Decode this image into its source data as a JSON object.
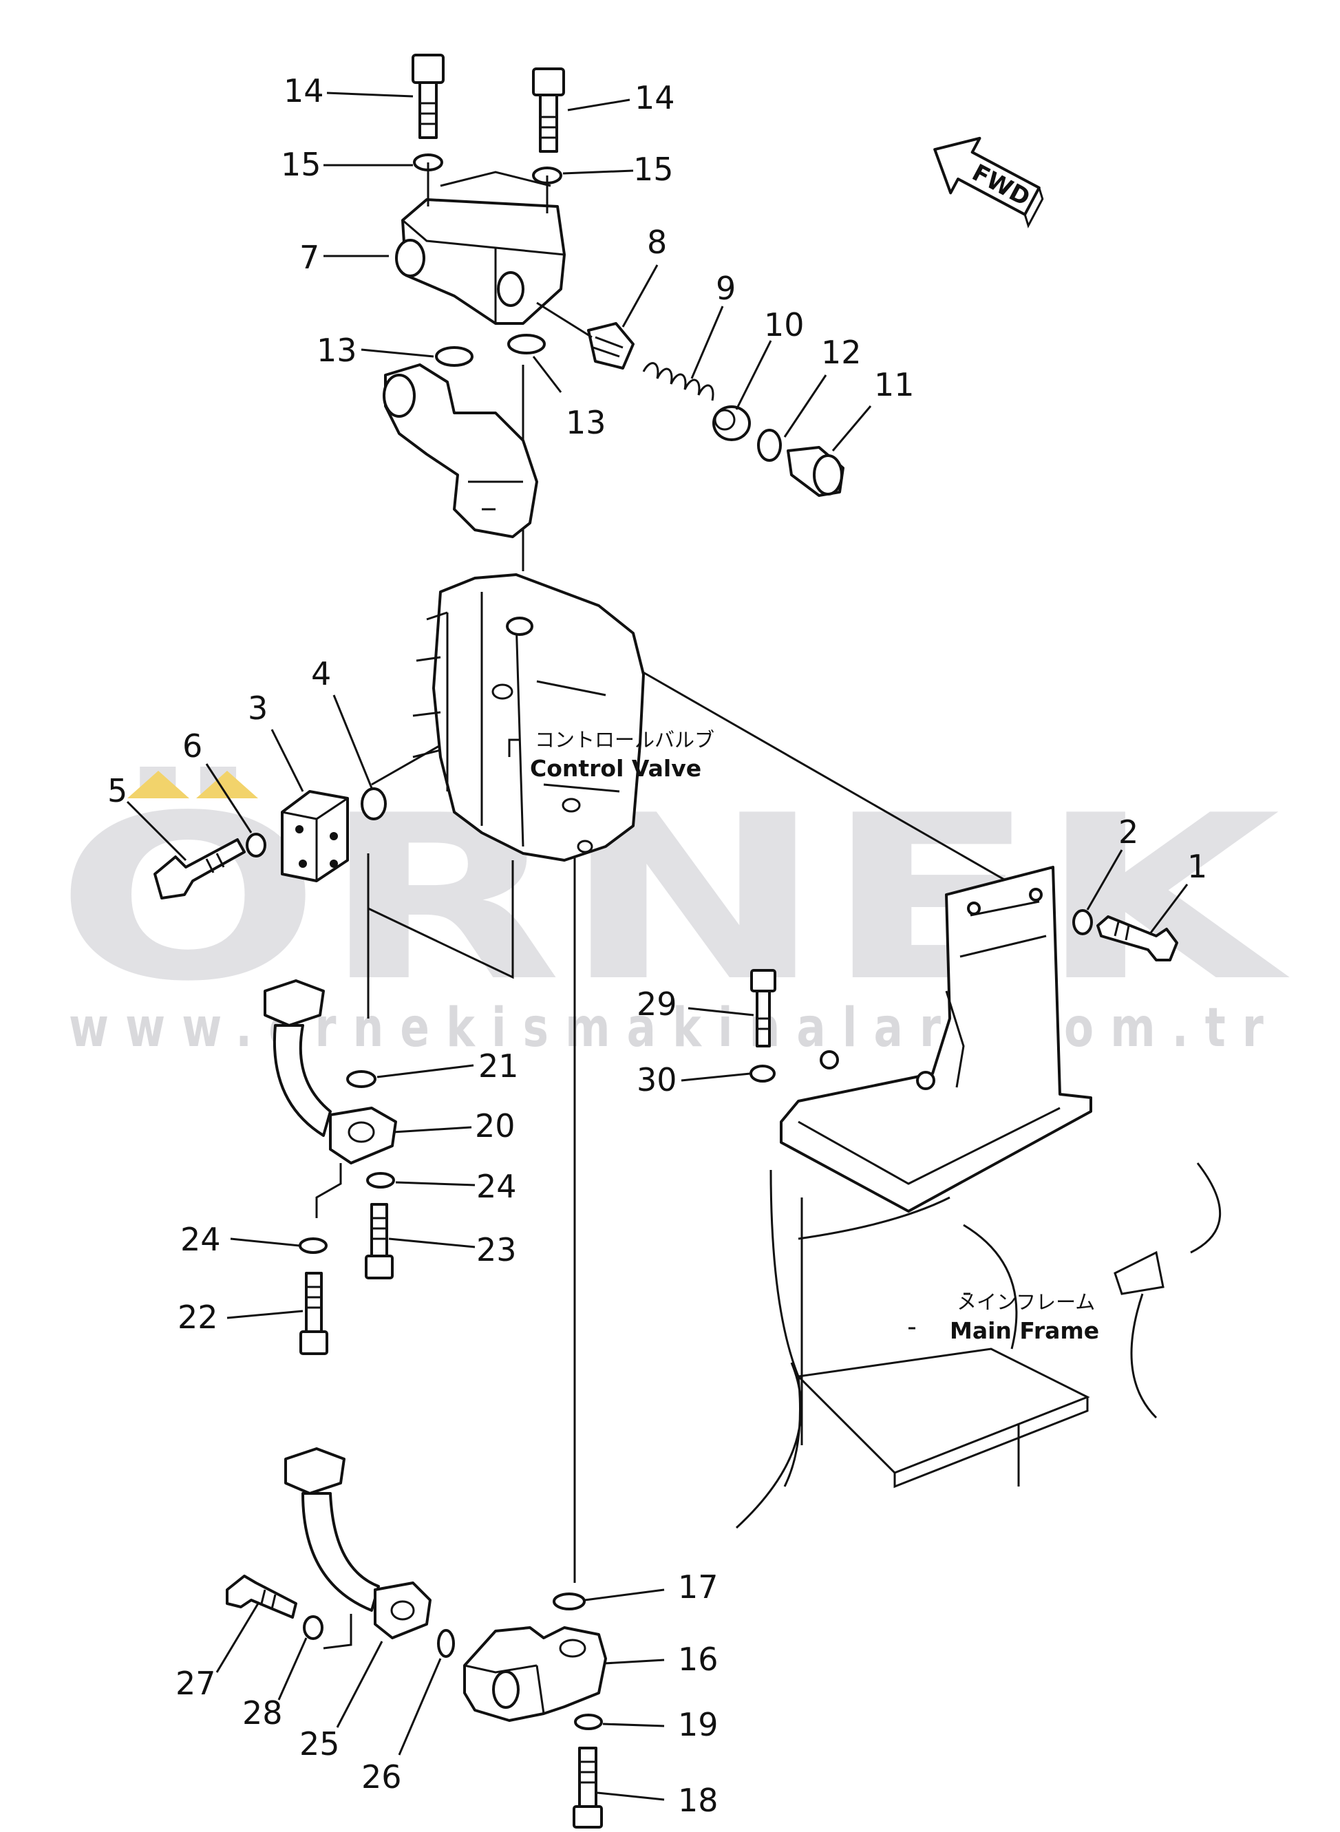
{
  "direction_arrow": {
    "label": "FWD",
    "icon": "forward-arrow-icon"
  },
  "assembly_labels": {
    "control_valve": {
      "jp": "コントロールバルブ",
      "en": "Control Valve"
    },
    "main_frame": {
      "jp": "メインフレーム",
      "en": "Main Frame"
    }
  },
  "watermark": {
    "brand": "ÖRNEK",
    "url": "www.ornekismakinalari.com.tr",
    "accent_color": "#f2d36b"
  },
  "callouts": [
    {
      "id": "14a",
      "text": "14"
    },
    {
      "id": "14b",
      "text": "14"
    },
    {
      "id": "15a",
      "text": "15"
    },
    {
      "id": "15b",
      "text": "15"
    },
    {
      "id": "7",
      "text": "7"
    },
    {
      "id": "8",
      "text": "8"
    },
    {
      "id": "9",
      "text": "9"
    },
    {
      "id": "10",
      "text": "10"
    },
    {
      "id": "12",
      "text": "12"
    },
    {
      "id": "11",
      "text": "11"
    },
    {
      "id": "13a",
      "text": "13"
    },
    {
      "id": "13b",
      "text": "13"
    },
    {
      "id": "4",
      "text": "4"
    },
    {
      "id": "3",
      "text": "3"
    },
    {
      "id": "6",
      "text": "6"
    },
    {
      "id": "5",
      "text": "5"
    },
    {
      "id": "2",
      "text": "2"
    },
    {
      "id": "1",
      "text": "1"
    },
    {
      "id": "29",
      "text": "29"
    },
    {
      "id": "30",
      "text": "30"
    },
    {
      "id": "21",
      "text": "21"
    },
    {
      "id": "20",
      "text": "20"
    },
    {
      "id": "24a",
      "text": "24"
    },
    {
      "id": "24b",
      "text": "24"
    },
    {
      "id": "23",
      "text": "23"
    },
    {
      "id": "22",
      "text": "22"
    },
    {
      "id": "17",
      "text": "17"
    },
    {
      "id": "16",
      "text": "16"
    },
    {
      "id": "19",
      "text": "19"
    },
    {
      "id": "18",
      "text": "18"
    },
    {
      "id": "27",
      "text": "27"
    },
    {
      "id": "28",
      "text": "28"
    },
    {
      "id": "25",
      "text": "25"
    },
    {
      "id": "26",
      "text": "26"
    }
  ]
}
